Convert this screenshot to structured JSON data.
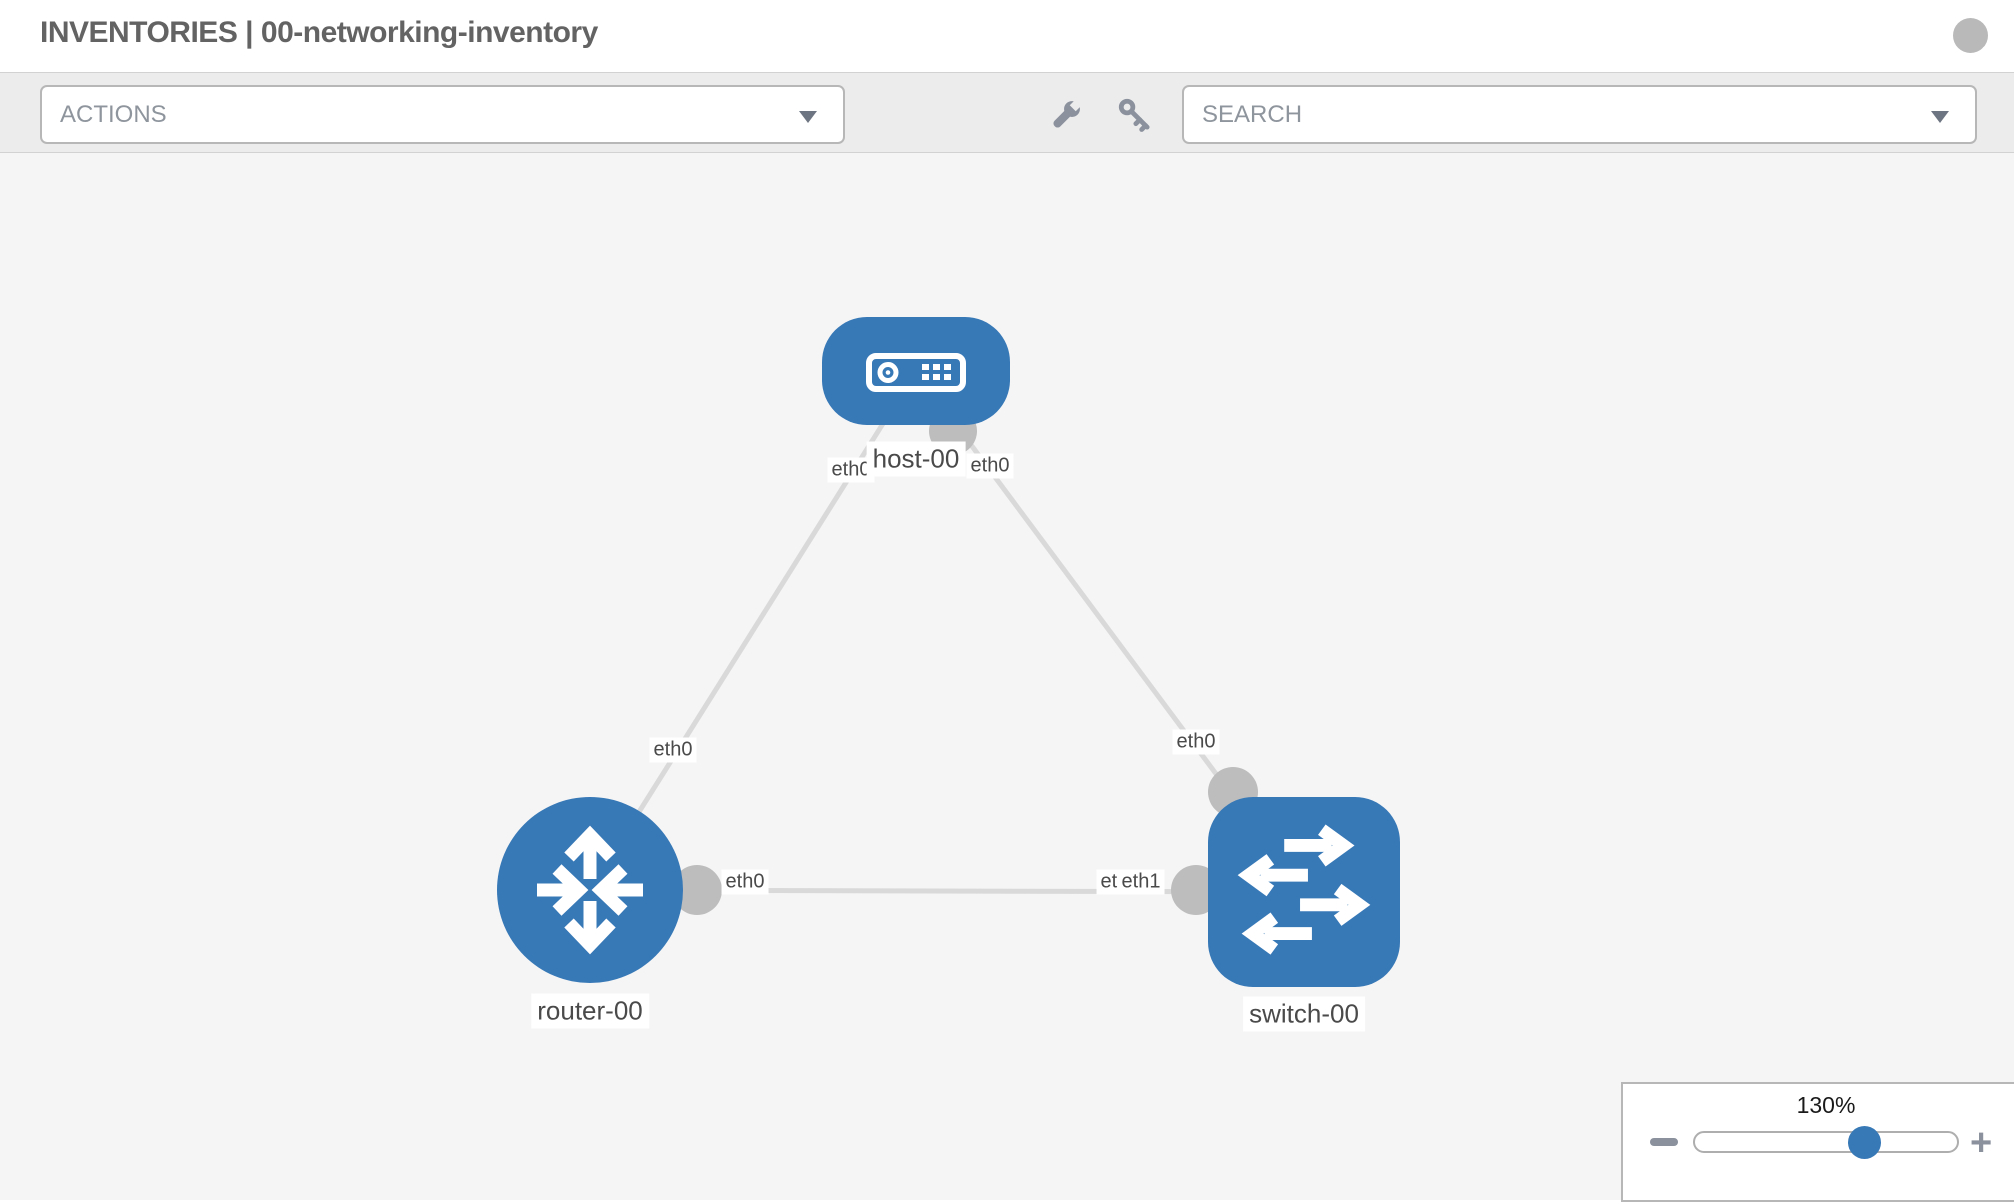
{
  "colors": {
    "node_blue": "#3778b7",
    "link_gray": "#d9d9d9",
    "endpoint_gray": "#bdbdbd",
    "canvas_bg": "#f5f5f5",
    "toolbar_bg": "#ececec",
    "border_gray": "#d2d2d2",
    "control_border": "#b7b7b7",
    "title_gray": "#636363",
    "label_text": "#4a4a4a",
    "icon_gray": "#8b919d",
    "close_gray": "#b9b9b9",
    "placeholder_gray": "#8f959d"
  },
  "header": {
    "title": "INVENTORIES | 00-networking-inventory"
  },
  "toolbar": {
    "actions_label": "ACTIONS",
    "search_label": "SEARCH",
    "tools": [
      "wrench",
      "key"
    ]
  },
  "diagram": {
    "nodes": [
      {
        "id": "host-00",
        "type": "host",
        "label": "host-00"
      },
      {
        "id": "router-00",
        "type": "router",
        "label": "router-00"
      },
      {
        "id": "switch-00",
        "type": "switch",
        "label": "switch-00"
      }
    ],
    "links": [
      {
        "source": "router-00",
        "source_interface": "eth0",
        "target": "host-00",
        "target_interface": "eth0"
      },
      {
        "source": "host-00",
        "source_interface": "eth0",
        "target": "switch-00",
        "target_interface": "eth0"
      },
      {
        "source": "router-00",
        "source_interface": "eth0",
        "target": "switch-00",
        "target_interface": "eth1"
      }
    ],
    "interface_labels": {
      "rh_router": "eth0",
      "rh_host": "eth0",
      "hs_host": "eth0",
      "hs_switch": "eth0",
      "rs_router": "eth0",
      "rs_switch_back": "eth0",
      "rs_switch_front": "eth1"
    }
  },
  "zoom_control": {
    "level": "130%",
    "minus": "−",
    "plus": "+"
  }
}
